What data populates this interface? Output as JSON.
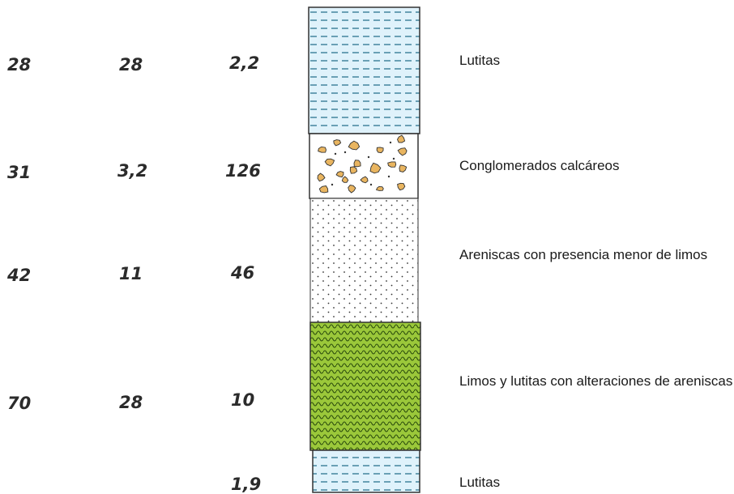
{
  "rows": [
    {
      "col1": "28",
      "col2": "28",
      "col3": "2,2",
      "label": "Lutitas",
      "pattern": "lutitas"
    },
    {
      "col1": "31",
      "col2": "3,2",
      "col3": "126",
      "label": "Conglomerados calcáreos",
      "pattern": "conglomerados"
    },
    {
      "col1": "42",
      "col2": "11",
      "col3": "46",
      "label": "Areniscas con presencia menor de limos",
      "pattern": "areniscas"
    },
    {
      "col1": "70",
      "col2": "28",
      "col3": "10",
      "label": "Limos y lutitas con alteraciones de areniscas",
      "pattern": "limos"
    },
    {
      "col1": "",
      "col2": "",
      "col3": "1,9",
      "label": "Lutitas",
      "pattern": "lutitas"
    }
  ],
  "colors": {
    "lutitas_fill": "#dff2fb",
    "lutitas_dash": "#1b6a86",
    "conglomerado_clast": "#e9b560",
    "limos_fill": "#9bc83a",
    "limos_wave": "#2e4f0e",
    "border": "#333333"
  }
}
